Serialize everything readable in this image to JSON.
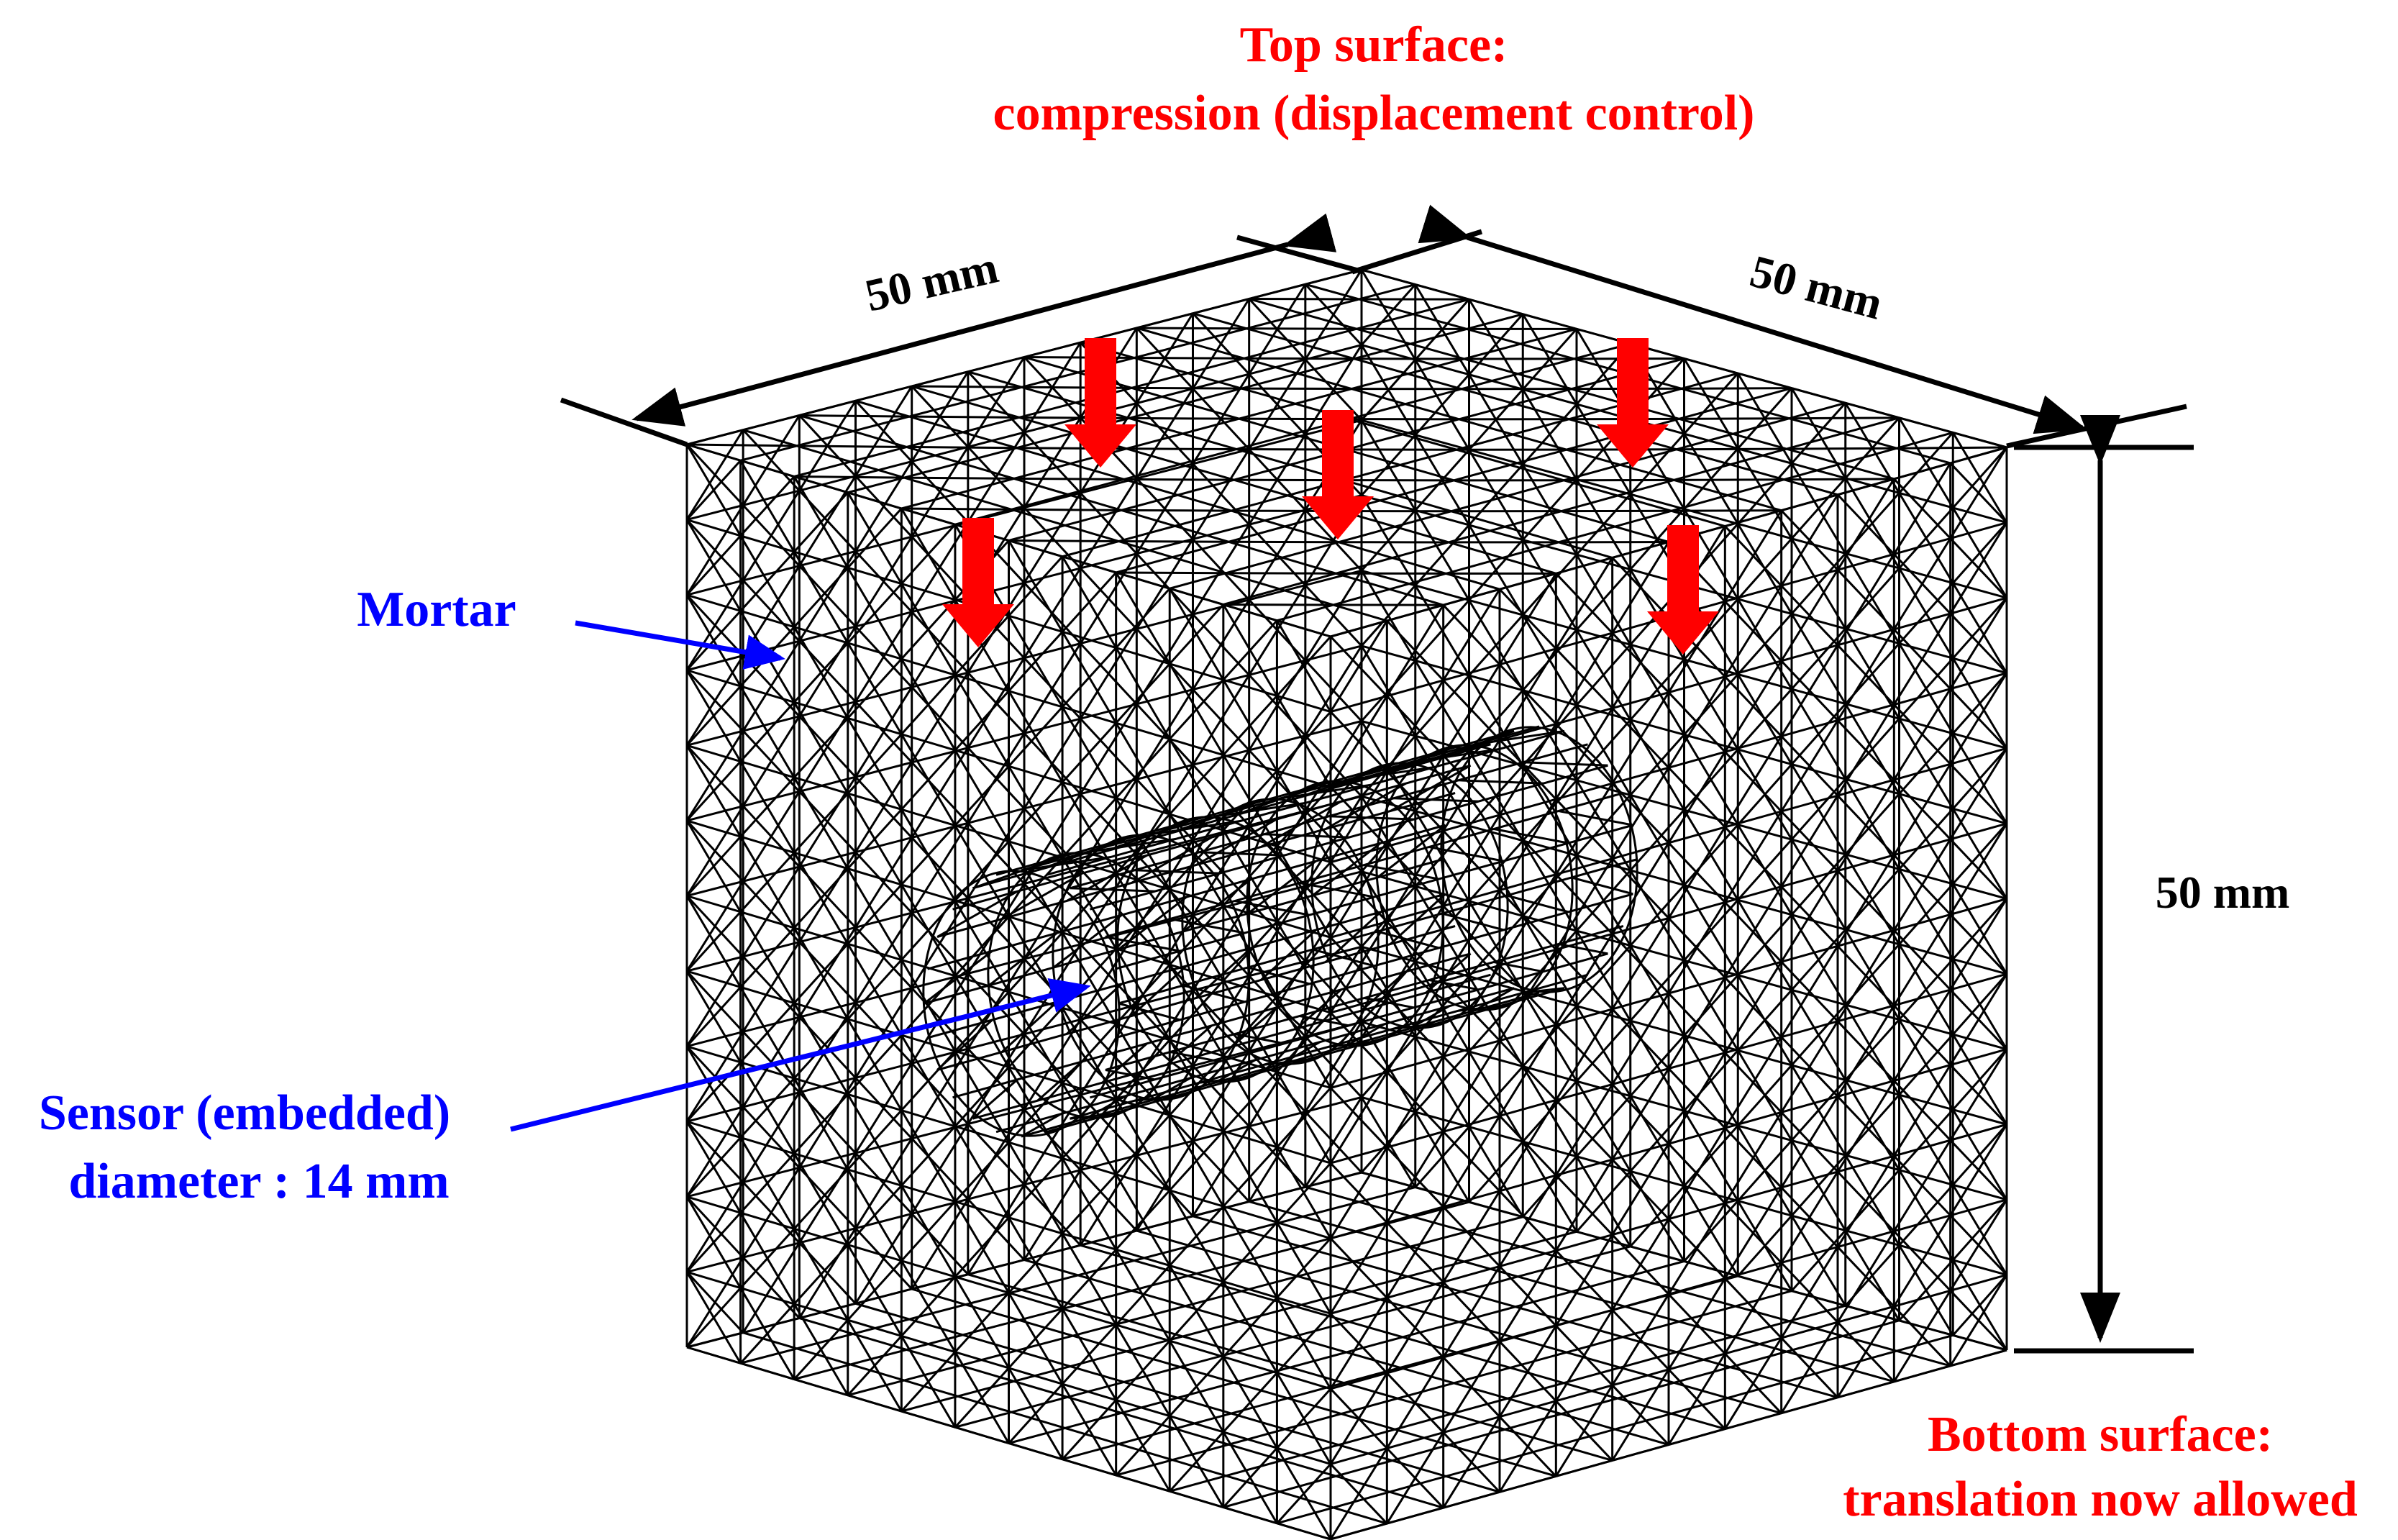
{
  "labels": {
    "top_surface_line1": "Top surface:",
    "top_surface_line2": "compression (displacement control)",
    "dim_top_left": "50 mm",
    "dim_top_right": "50 mm",
    "dim_height": "50 mm",
    "mortar": "Mortar",
    "sensor_line1": "Sensor (embedded)",
    "sensor_line2": "diameter : 14 mm",
    "bottom_surface_line1": "Bottom surface:",
    "bottom_surface_line2": "translation now allowed"
  },
  "colors": {
    "load_arrow": "#ff0000",
    "red_text": "#ff0000",
    "blue_text": "#0000ff",
    "mesh": "#000000",
    "dimension": "#000000"
  },
  "icons": {
    "load_arrows": "down-arrow-icon",
    "pointers": "pointer-arrow-icon"
  }
}
